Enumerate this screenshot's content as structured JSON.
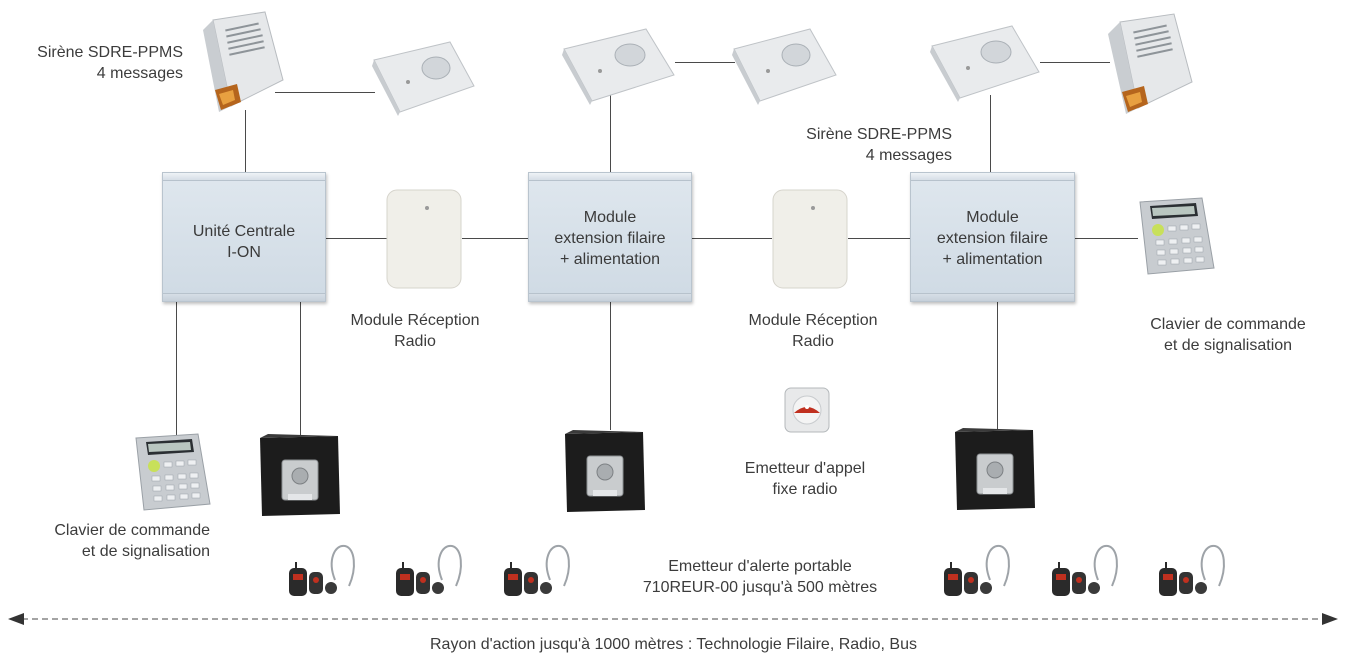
{
  "labels": {
    "siren_left": [
      "Sirène SDRE-PPMS",
      "4 messages"
    ],
    "siren_middle": [
      "Sirène SDRE-PPMS",
      "4 messages"
    ],
    "central_unit": [
      "Unité Centrale",
      "I-ON"
    ],
    "module_1": [
      "Module",
      "extension filaire",
      "+ alimentation"
    ],
    "module_2": [
      "Module",
      "extension filaire",
      "+ alimentation"
    ],
    "radio_receiver_1": [
      "Module Réception",
      "Radio"
    ],
    "radio_receiver_2": [
      "Module Réception",
      "Radio"
    ],
    "keypad_right": [
      "Clavier de commande",
      "et de signalisation"
    ],
    "keypad_left": [
      "Clavier de commande",
      "et de signalisation"
    ],
    "call_transmitter": [
      "Emetteur d'appel",
      "fixe radio"
    ],
    "portable_transmitter": [
      "Emetteur d'alerte portable",
      "710REUR-00 jusqu'à 500 mètres"
    ],
    "range": "Rayon d'action jusqu'à 1000 mètres : Technologie Filaire, Radio, Bus"
  },
  "colors": {
    "panel": "#d5dee7",
    "wire": "#4a4a4a",
    "speaker_black": "#1c1c1c",
    "pendant_red": "#c0301f",
    "keypad_green": "#c8e05a"
  },
  "icons": [
    "siren-icon",
    "flash-siren-icon",
    "radio-receiver-icon",
    "keypad-icon",
    "speaker-icon",
    "call-button-icon",
    "pendant-transmitter-icon",
    "double-arrow-icon"
  ]
}
